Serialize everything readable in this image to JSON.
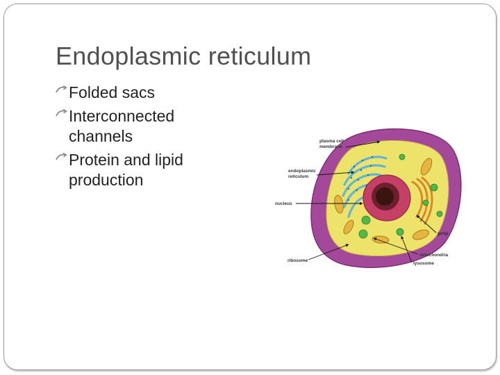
{
  "slide": {
    "title": "Endoplasmic reticulum",
    "bullets": [
      {
        "line1": "Folded sacs",
        "line2": ""
      },
      {
        "line1": "Interconnected",
        "line2": "channels"
      },
      {
        "line1": "Protein and lipid",
        "line2": "production"
      }
    ],
    "bullet_icon": "curved-arrow-bullet-icon"
  },
  "diagram": {
    "labels": {
      "plasma_membrane_1": "plasma cell",
      "plasma_membrane_2": "membrane",
      "er_1": "endoplasmic",
      "er_2": "reticulum",
      "nucleus": "nucleus",
      "golgi": "golgi",
      "mitochondria": "mitochondria",
      "ribosome": "ribosome",
      "lysosome": "lysosome"
    },
    "colors": {
      "membrane": "#a4489a",
      "cytoplasm": "#eee36a",
      "er": "#5fb6d8",
      "nucleus": "#c63f66",
      "nucleolus": "#3a1410",
      "golgi": "#d9862a",
      "mitochondria": "#e5b540",
      "vesicle": "#52b848"
    }
  }
}
